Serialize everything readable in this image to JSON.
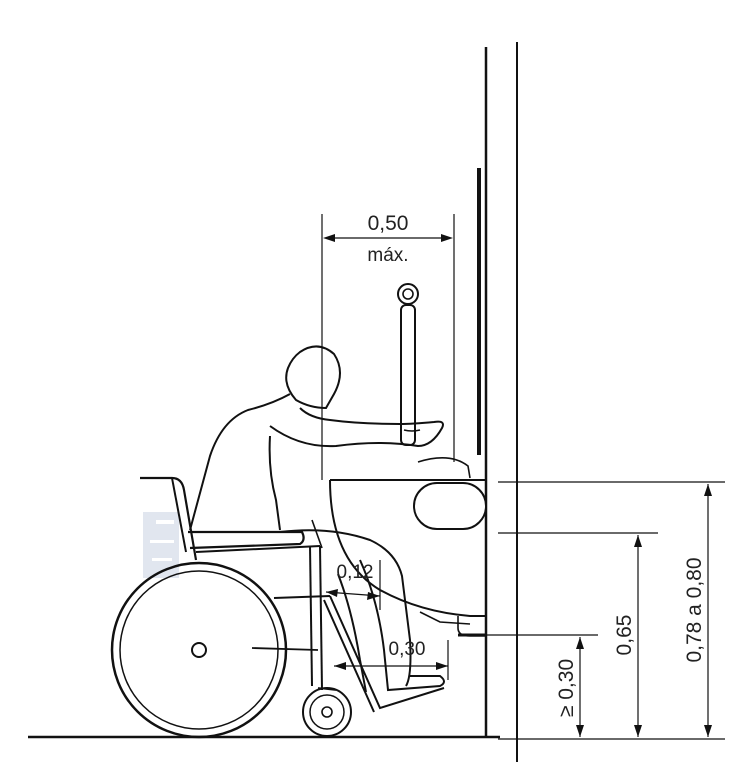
{
  "dimensions": {
    "reach_width": "0,50",
    "reach_width_note": "máx.",
    "knee_clearance_depth": "0,12",
    "toe_clearance_depth": "0,30",
    "toe_clearance_height": "≥ 0,30",
    "knee_clearance_height": "0,65",
    "sink_height": "0,78 a 0,80"
  },
  "colors": {
    "line": "#111111",
    "watermark": "#c9d3e2"
  }
}
